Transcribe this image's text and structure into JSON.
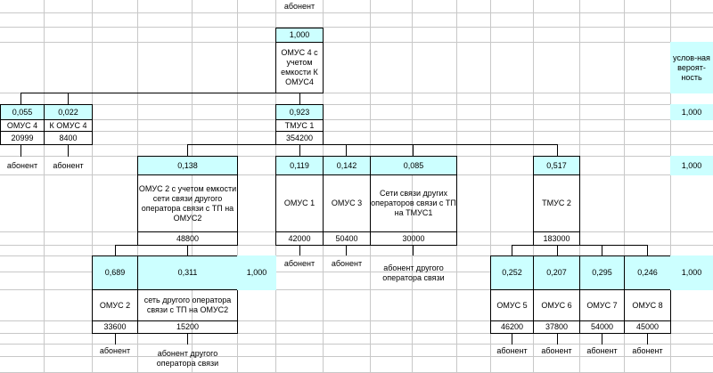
{
  "root": {
    "label_top": "абонент",
    "prob": "1,000",
    "name": "ОМУС 4 с учетом емкости К ОМУС4"
  },
  "level1": {
    "left": [
      {
        "prob": "0,055",
        "name": "ОМУС 4",
        "cap": "20999",
        "sub": "абонент"
      },
      {
        "prob": "0,022",
        "name": "К ОМУС 4",
        "cap": "8400",
        "sub": "абонент"
      }
    ],
    "center": {
      "prob": "0,923",
      "name": "ТМУС 1",
      "cap": "354200"
    },
    "total": "1,000",
    "legend": "услов-ная вероят-ность"
  },
  "level2": {
    "items": [
      {
        "prob": "0,138",
        "name": "ОМУС 2 с учетом емкости сети связи другого оператора связи с ТП на ОМУС2",
        "cap": "48800"
      },
      {
        "prob": "0,119",
        "name": "ОМУС 1",
        "cap": "42000",
        "sub": "абонент"
      },
      {
        "prob": "0,142",
        "name": "ОМУС 3",
        "cap": "50400",
        "sub": "абонент"
      },
      {
        "prob": "0,085",
        "name": "Сети связи других операторов связи с ТП на ТМУС1",
        "cap": "30000",
        "sub": "абонент другого оператора связи"
      },
      {
        "prob": "0,517",
        "name": "ТМУС 2",
        "cap": "183000"
      }
    ],
    "total": "1,000"
  },
  "level3_left": {
    "items": [
      {
        "prob": "0,689",
        "name": "ОМУС 2",
        "cap": "33600",
        "sub": "абонент"
      },
      {
        "prob": "0,311",
        "name": "сеть другого оператора связи с ТП на ОМУС2",
        "cap": "15200",
        "sub": "абонент другого оператора связи"
      }
    ],
    "total": "1,000"
  },
  "level3_right": {
    "items": [
      {
        "prob": "0,252",
        "name": "ОМУС 5",
        "cap": "46200",
        "sub": "абонент"
      },
      {
        "prob": "0,207",
        "name": "ОМУС 6",
        "cap": "37800",
        "sub": "абонент"
      },
      {
        "prob": "0,295",
        "name": "ОМУС 7",
        "cap": "54000",
        "sub": "абонент"
      },
      {
        "prob": "0,246",
        "name": "ОМУС 8",
        "cap": "45000",
        "sub": "абонент"
      }
    ],
    "total": "1,000"
  }
}
